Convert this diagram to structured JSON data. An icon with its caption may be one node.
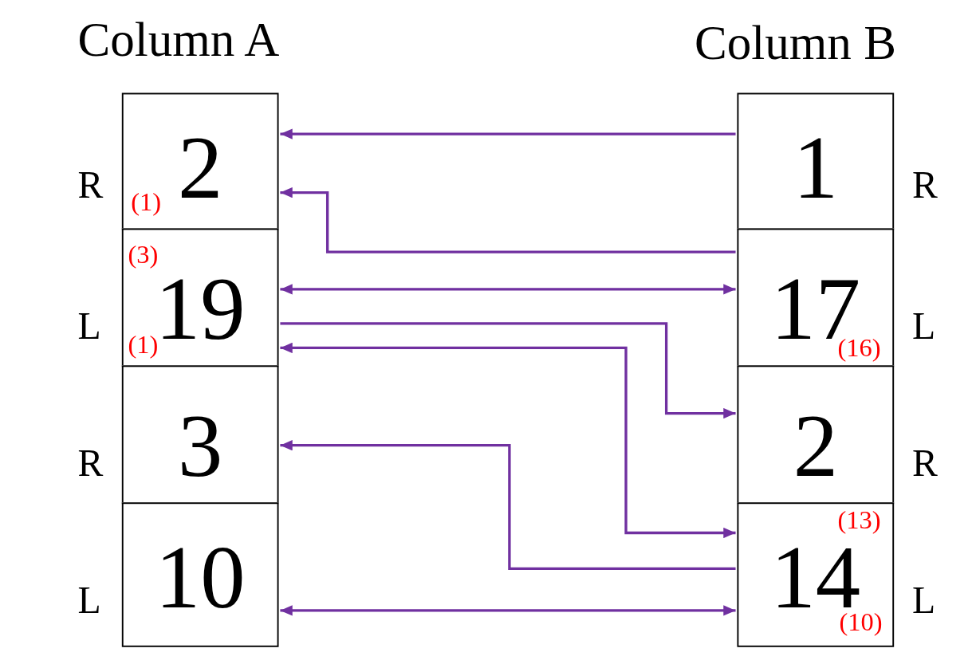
{
  "diagram": {
    "nodes": [
      {
        "text": [
          "2",
          "(1)"
        ],
        "beside": [
          "R"
        ]
      },
      {
        "text": [
          "(3)",
          "19",
          "(1)"
        ],
        "beside": [
          "L"
        ]
      },
      {
        "text": [
          "3"
        ],
        "beside": [
          "R"
        ]
      },
      {
        "text": [
          "10"
        ],
        "beside": [
          "L"
        ]
      },
      {
        "text": [
          "1"
        ],
        "beside": [
          "R"
        ]
      },
      {
        "text": [
          "17",
          "(16)"
        ],
        "beside": [
          "L"
        ]
      },
      {
        "text": [
          "2"
        ],
        "beside": [
          "R"
        ]
      },
      {
        "text": [
          "(13)",
          "14",
          "(10)"
        ],
        "beside": [
          "L"
        ]
      }
    ],
    "edges": [
      {
        "from": 4,
        "to": 0,
        "arrow": "to"
      },
      {
        "from": 5,
        "to": 0,
        "arrow": "to"
      },
      {
        "from": 1,
        "to": 5,
        "arrow": "both"
      },
      {
        "from": 1,
        "to": 6,
        "arrow": "to"
      },
      {
        "from": 1,
        "to": 7,
        "arrow": "both"
      },
      {
        "from": 7,
        "to": 2,
        "arrow": "to"
      },
      {
        "from": 3,
        "to": 7,
        "arrow": "both"
      }
    ],
    "labels": [
      "Column A",
      "Column B"
    ]
  }
}
